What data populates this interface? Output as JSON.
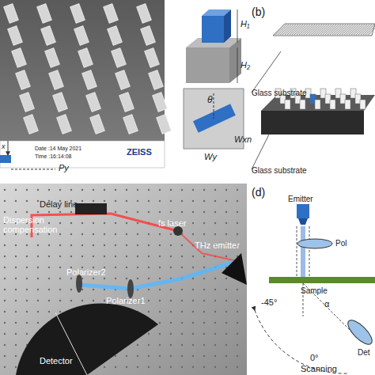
{
  "diagram": {
    "labels": [
      "Date :14 May 2021",
      "Time :16:14:08",
      "ZEISS",
      "x",
      "Py",
      "H₁",
      "H₂",
      "θ",
      "Wy",
      "Wxn",
      "(b)",
      "Glass substrate",
      "Glass substrate",
      "Delay line",
      "fs laser",
      "Dispersion compensation",
      "THz emitter",
      "Polarizer2",
      "Polarizer1",
      "Detector",
      "(d)",
      "Emitter",
      "Pol",
      "Sample",
      "α",
      "Det",
      "-45°",
      "0°",
      "Scanning"
    ]
  }
}
